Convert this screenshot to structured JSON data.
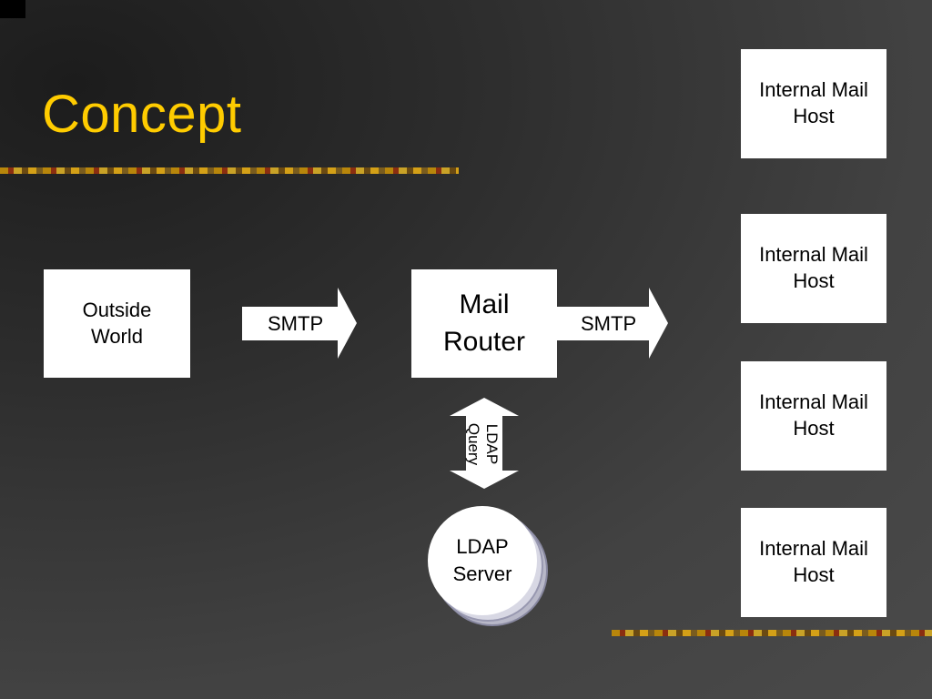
{
  "title": "Concept",
  "nodes": {
    "outside_world": "Outside\nWorld",
    "mail_router": "Mail\nRouter",
    "ldap_server": "LDAP\nServer",
    "internal_hosts": [
      "Internal Mail\nHost",
      "Internal Mail\nHost",
      "Internal Mail\nHost",
      "Internal Mail\nHost"
    ]
  },
  "edges": {
    "smtp_in": "SMTP",
    "smtp_out": "SMTP",
    "ldap_query": "LDAP\nQuery"
  },
  "colors": {
    "title": "#ffcc00",
    "node_fill": "#ffffff",
    "background": "#444444"
  }
}
